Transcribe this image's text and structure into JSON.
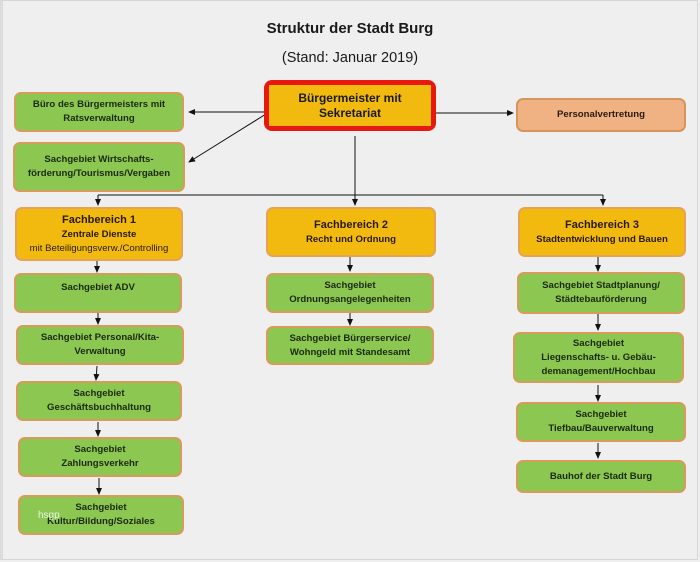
{
  "title": "Struktur der Stadt Burg",
  "subtitle": "(Stand: Januar 2019)",
  "mayor": {
    "line1": "Bürgermeister mit",
    "line2": "Sekretariat"
  },
  "staff": [
    {
      "line1": "Büro des Bürgermeisters mit",
      "line2": "Ratsverwaltung"
    },
    {
      "line1": "Sachgebiet Wirtschafts-",
      "line2": "förderung/Tourismus/Vergaben"
    }
  ],
  "representation": {
    "label": "Personalvertretung"
  },
  "departments": [
    {
      "heading": "Fachbereich 1",
      "line2": "Zentrale Dienste",
      "line3": "mit Beteiligungsverw./Controlling",
      "units": [
        {
          "line1": "Sachgebiet ADV",
          "line2": ""
        },
        {
          "line1": "Sachgebiet Personal/Kita-",
          "line2": "Verwaltung"
        },
        {
          "line1": "Sachgebiet",
          "line2": "Geschäftsbuchhaltung"
        },
        {
          "line1": "Sachgebiet",
          "line2": "Zahlungsverkehr"
        },
        {
          "line1": "Sachgebiet",
          "line2": "Kultur/Bildung/Soziales"
        }
      ]
    },
    {
      "heading": "Fachbereich 2",
      "line2": "Recht und Ordnung",
      "units": [
        {
          "line1": "Sachgebiet",
          "line2": "Ordnungsangelegenheiten"
        },
        {
          "line1": "Sachgebiet Bürgerservice/",
          "line2": "Wohngeld mit Standesamt"
        }
      ]
    },
    {
      "heading": "Fachbereich 3",
      "line2": "Stadtentwicklung und Bauen",
      "units": [
        {
          "line1": "Sachgebiet Stadtplanung/",
          "line2": "Städtebauförderung"
        },
        {
          "line1": "Sachgebiet",
          "line2": "Liegenschafts- u. Gebäu-",
          "line3": "demanagement/Hochbau"
        },
        {
          "line1": "Sachgebiet",
          "line2": "Tiefbau/Bauverwaltung"
        },
        {
          "line1": "Bauhof der Stadt Burg"
        }
      ]
    }
  ],
  "watermark": "hsgp",
  "colors": {
    "unit_green": "#8bc751",
    "department_yellow": "#f2b90f",
    "mayor_red": "#e8180f",
    "representation_peach": "#f0b183",
    "border_orange": "#d99b5b"
  }
}
